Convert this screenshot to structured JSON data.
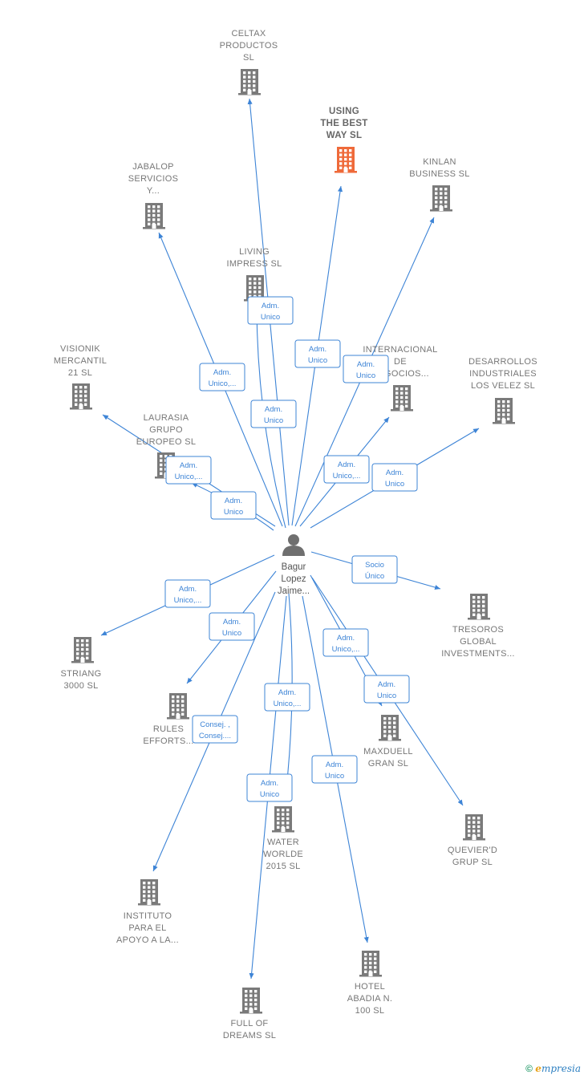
{
  "center": {
    "label_lines": [
      "Bagur",
      "Lopez",
      "Jaime..."
    ]
  },
  "companies": [
    {
      "id": "celtax",
      "lines": [
        "CELTAX",
        "PRODUCTOS",
        "SL"
      ],
      "highlight": false
    },
    {
      "id": "using",
      "lines": [
        "USING",
        "THE BEST",
        "WAY  SL"
      ],
      "highlight": true
    },
    {
      "id": "kinlan",
      "lines": [
        "KINLAN",
        "BUSINESS SL"
      ],
      "highlight": false
    },
    {
      "id": "jabalop",
      "lines": [
        "JABALOP",
        "SERVICIOS",
        "Y..."
      ],
      "highlight": false
    },
    {
      "id": "living",
      "lines": [
        "LIVING",
        "IMPRESS  SL"
      ],
      "highlight": false
    },
    {
      "id": "visionik",
      "lines": [
        "VISIONIK",
        "MERCANTIL",
        "21 SL"
      ],
      "highlight": false
    },
    {
      "id": "internacional",
      "lines": [
        "INTERNACIONAL",
        "DE",
        "NEGOCIOS..."
      ],
      "highlight": false
    },
    {
      "id": "desarrollos",
      "lines": [
        "DESARROLLOS",
        "INDUSTRIALES",
        "LOS VELEZ SL"
      ],
      "highlight": false
    },
    {
      "id": "laurasia",
      "lines": [
        "LAURASIA",
        "GRUPO",
        "EUROPEO  SL"
      ],
      "highlight": false
    },
    {
      "id": "tresoros",
      "lines": [
        "TRESOROS",
        "GLOBAL",
        "INVESTMENTS..."
      ],
      "highlight": false
    },
    {
      "id": "striang",
      "lines": [
        "STRIANG",
        "3000  SL"
      ],
      "highlight": false
    },
    {
      "id": "rules",
      "lines": [
        "RULES",
        "EFFORTS..."
      ],
      "highlight": false
    },
    {
      "id": "maxduell",
      "lines": [
        "MAXDUELL",
        "GRAN  SL"
      ],
      "highlight": false
    },
    {
      "id": "water",
      "lines": [
        "WATER",
        "WORLDE",
        "2015  SL"
      ],
      "highlight": false
    },
    {
      "id": "quevier",
      "lines": [
        "QUEVIER'D",
        "GRUP SL"
      ],
      "highlight": false
    },
    {
      "id": "instituto",
      "lines": [
        "INSTITUTO",
        "PARA EL",
        "APOYO A LA..."
      ],
      "highlight": false
    },
    {
      "id": "hotel",
      "lines": [
        "HOTEL",
        "ABADIA N.",
        "100  SL"
      ],
      "highlight": false
    },
    {
      "id": "full",
      "lines": [
        "FULL OF",
        "DREAMS  SL"
      ],
      "highlight": false
    }
  ],
  "relations": [
    {
      "target": "celtax",
      "lines": [
        "Adm.",
        "Unico"
      ]
    },
    {
      "target": "living",
      "lines": [
        "Adm.",
        "Unico"
      ]
    },
    {
      "target": "using",
      "lines": [
        "Adm.",
        "Unico"
      ]
    },
    {
      "target": "kinlan",
      "lines": [
        "Adm.",
        "Unico"
      ]
    },
    {
      "target": "jabalop",
      "lines": [
        "Adm.",
        "Unico,..."
      ]
    },
    {
      "target": "internacional",
      "lines": [
        "Adm.",
        "Unico,..."
      ]
    },
    {
      "target": "desarrollos",
      "lines": [
        "Adm.",
        "Unico"
      ]
    },
    {
      "target": "visionik",
      "lines": [
        "Adm.",
        "Unico,..."
      ]
    },
    {
      "target": "laurasia",
      "lines": [
        "Adm.",
        "Unico"
      ]
    },
    {
      "target": "tresoros",
      "lines": [
        "Socio",
        "Único"
      ]
    },
    {
      "target": "striang",
      "lines": [
        "Adm.",
        "Unico,..."
      ]
    },
    {
      "target": "rules",
      "lines": [
        "Adm.",
        "Unico"
      ]
    },
    {
      "target": "maxduell",
      "lines": [
        "Adm.",
        "Unico,..."
      ]
    },
    {
      "target": "quevier",
      "lines": [
        "Adm.",
        "Unico"
      ]
    },
    {
      "target": "water",
      "lines": [
        "Adm.",
        "Unico,..."
      ]
    },
    {
      "target": "instituto",
      "lines": [
        "Consej. ,",
        "Consej...."
      ]
    },
    {
      "target": "full",
      "lines": [
        "Adm.",
        "Unico"
      ]
    },
    {
      "target": "hotel",
      "lines": [
        "Adm.",
        "Unico"
      ]
    }
  ],
  "colors": {
    "edge": "#3d84d6",
    "building": "#7a7a7a",
    "building_highlight": "#ef6a3a",
    "person": "#6f6f6f"
  },
  "footer": {
    "copyright": "©",
    "brand_initial": "e",
    "brand_rest": "mpresia"
  }
}
